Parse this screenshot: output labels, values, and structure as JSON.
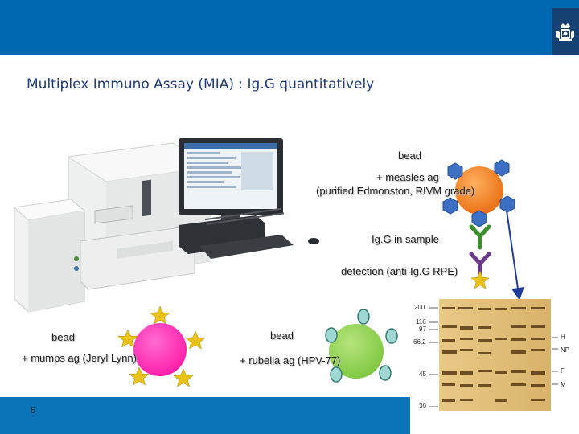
{
  "slide": {
    "title": "Multiplex Immuno Assay (MIA) : Ig.G quantitatively",
    "page_number": "5"
  },
  "measles": {
    "bead_label": "bead",
    "antigen_label": "+ measles ag",
    "antigen_source": "(purified Edmonston, RIVM grade)",
    "igg_label": "Ig.G in sample",
    "detection_label": "detection (anti-Ig.G RPE)"
  },
  "mumps": {
    "bead_label": "bead",
    "antigen_label": "+ mumps ag (Jeryl Lynn)"
  },
  "rubella": {
    "bead_label": "bead",
    "antigen_label": "+ rubella ag (HPV-77)"
  },
  "gel": {
    "markers_left": [
      "200",
      "116",
      "97",
      "66,2",
      "45",
      "30"
    ],
    "markers_right": [
      "H",
      "NP",
      "F",
      "M"
    ]
  },
  "colors": {
    "top_bar": "#0068b0",
    "footer_bar": "#0b73b8",
    "measles_bead": "#f07c1f",
    "mumps_bead": "#ff33b0",
    "rubella_bead": "#8ed14c",
    "igg_green": "#3a8f2a",
    "antibody_purple": "#6c3a8c",
    "star_gold": "#e8c21a"
  },
  "icons": [
    "rijksoverheid-crest-icon",
    "luminex-analyzer-image",
    "computer-workstation-image",
    "sds-page-gel-image"
  ]
}
